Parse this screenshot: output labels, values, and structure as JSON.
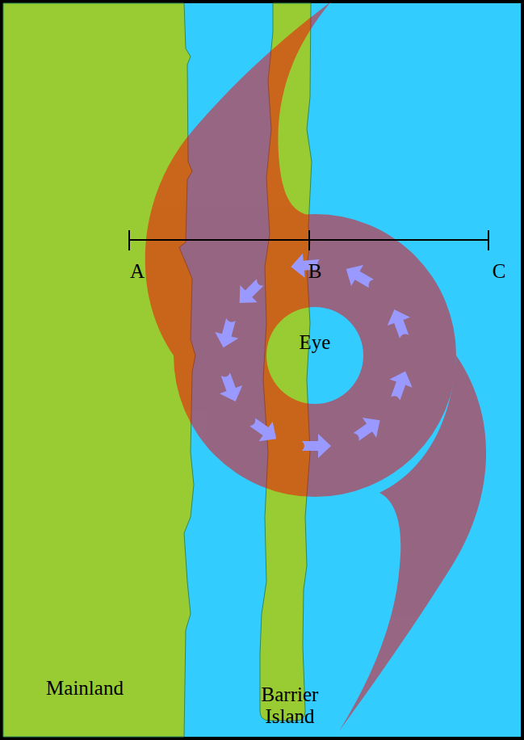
{
  "diagram": {
    "nodes": [
      {
        "text": [
          "Eye"
        ]
      }
    ],
    "labels": [
      "A",
      "B",
      "C",
      "Mainland",
      "Barrier Island"
    ]
  }
}
